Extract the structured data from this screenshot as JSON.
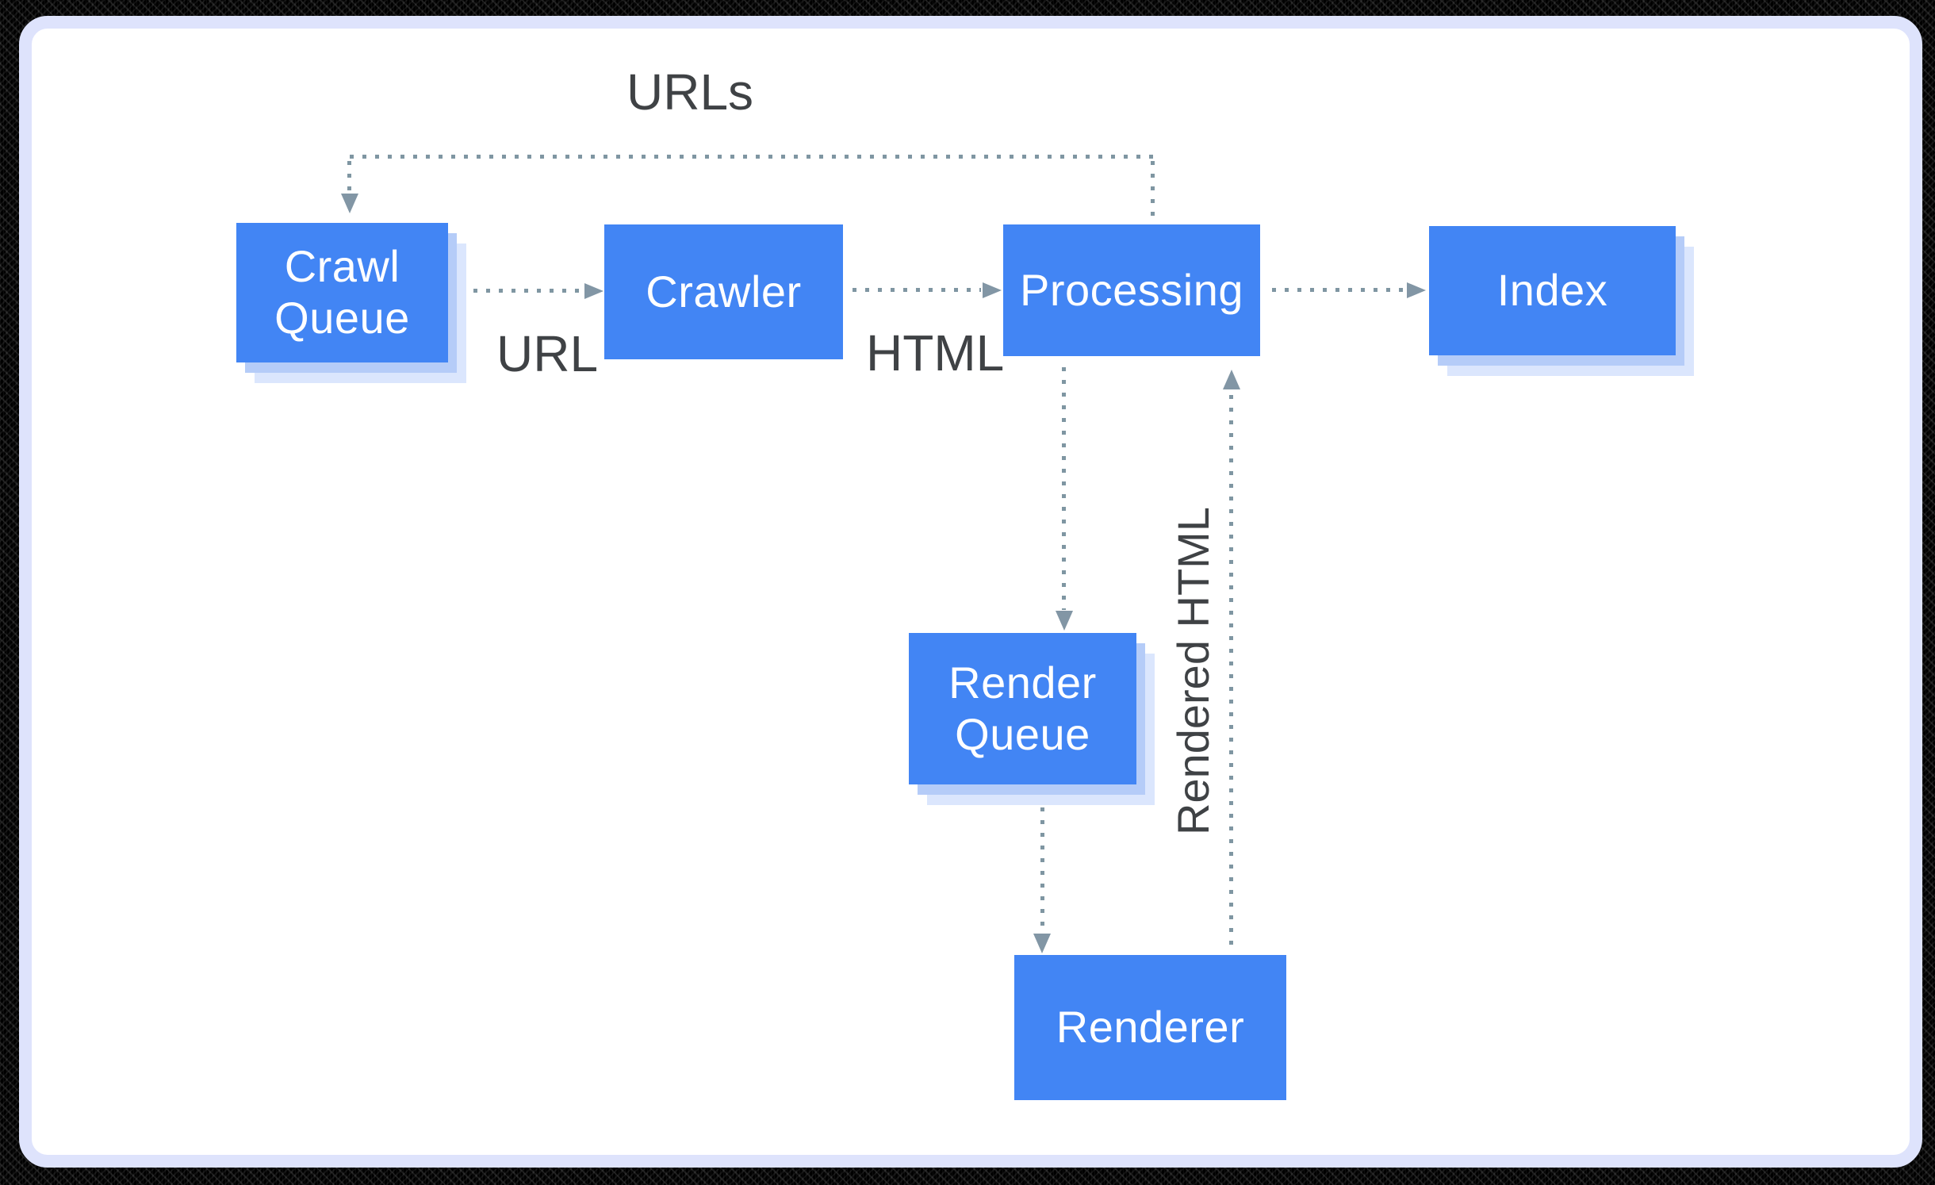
{
  "diagram": {
    "title_hint": "Googlebot crawl-render-index pipeline",
    "nodes": [
      {
        "id": "crawl-queue",
        "label": "Crawl Queue"
      },
      {
        "id": "crawler",
        "label": "Crawler"
      },
      {
        "id": "processing",
        "label": "Processing"
      },
      {
        "id": "index",
        "label": "Index"
      },
      {
        "id": "render-queue",
        "label": "Render Queue"
      },
      {
        "id": "renderer",
        "label": "Renderer"
      }
    ],
    "edge_labels": {
      "urls": "URLs",
      "url": "URL",
      "html": "HTML",
      "rendered_html": "Rendered HTML"
    },
    "edges": [
      {
        "from": "crawl-queue",
        "to": "crawler",
        "label": "URL",
        "style": "dotted"
      },
      {
        "from": "crawler",
        "to": "processing",
        "label": "HTML",
        "style": "dotted"
      },
      {
        "from": "processing",
        "to": "index",
        "label": "",
        "style": "dotted"
      },
      {
        "from": "processing",
        "to": "crawl-queue",
        "label": "URLs",
        "style": "dotted"
      },
      {
        "from": "processing",
        "to": "render-queue",
        "label": "",
        "style": "dotted"
      },
      {
        "from": "render-queue",
        "to": "renderer",
        "label": "",
        "style": "dotted"
      },
      {
        "from": "renderer",
        "to": "processing",
        "label": "Rendered HTML",
        "style": "dotted"
      }
    ],
    "colors": {
      "node_fill": "#4285f4",
      "node_text": "#ffffff",
      "node_shadow_inner": "#b5ccf8",
      "node_shadow_outer": "#dbe6fd",
      "connector": "#7f96a2",
      "arrowhead": "#8296a5",
      "edge_label_text": "#3f4245",
      "frame_border": "#dee3fc",
      "frame_background": "#ffffff",
      "outer_background": "#000000"
    }
  }
}
